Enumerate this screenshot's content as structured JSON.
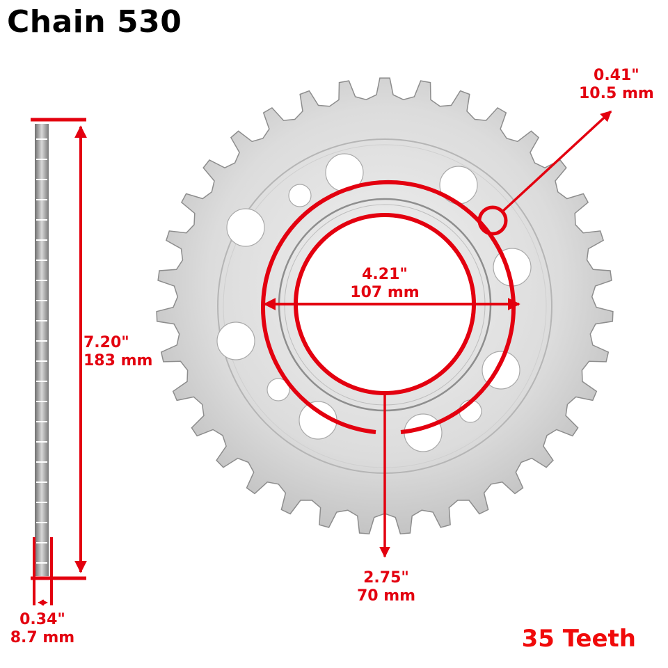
{
  "title": "Chain 530",
  "teeth_label": "35 Teeth",
  "colors": {
    "dimension_red": "#e3000f",
    "title_black": "#000000",
    "metal_light": "#e4e4e4",
    "metal_dark": "#9a9a9a",
    "background": "#ffffff"
  },
  "sprocket": {
    "teeth_count": 35,
    "chain_size": "530"
  },
  "dimensions": {
    "outer_diameter": {
      "inch": "7.20\"",
      "mm": "183 mm"
    },
    "bolt_circle": {
      "inch": "4.21\"",
      "mm": "107 mm"
    },
    "center_bore": {
      "inch": "2.75\"",
      "mm": "70 mm"
    },
    "bolt_hole": {
      "inch": "0.41\"",
      "mm": "10.5 mm"
    },
    "thickness": {
      "inch": "0.34\"",
      "mm": "8.7 mm"
    }
  }
}
